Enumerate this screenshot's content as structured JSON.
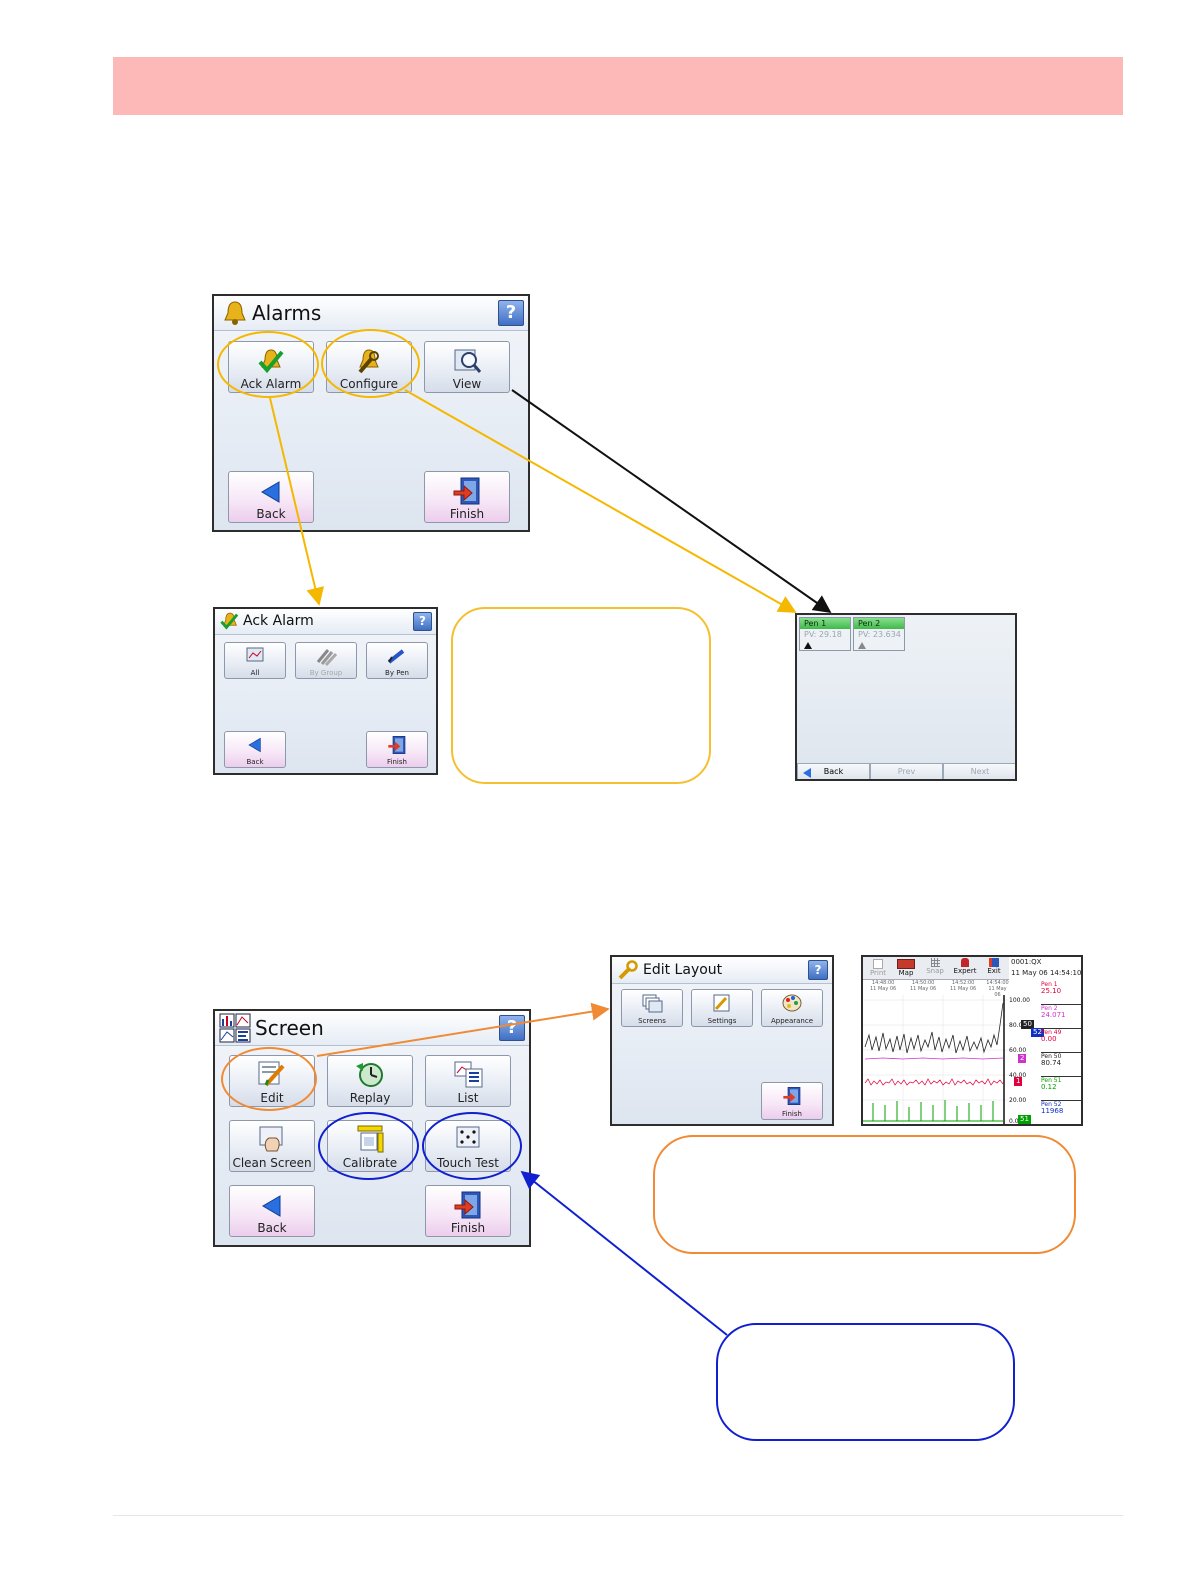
{
  "alarms_menu": {
    "title": "Alarms",
    "help": "?",
    "buttons": {
      "ack_alarm": "Ack Alarm",
      "configure": "Configure",
      "view": "View",
      "back": "Back",
      "finish": "Finish"
    }
  },
  "ack_alarm_menu": {
    "title": "Ack Alarm",
    "help": "?",
    "buttons": {
      "all": "All",
      "by_group": "By Group",
      "by_pen": "By Pen",
      "back": "Back",
      "finish": "Finish"
    }
  },
  "alarm_view": {
    "pens": [
      {
        "name": "Pen 1",
        "pv": "PV: 29.18"
      },
      {
        "name": "Pen 2",
        "pv": "PV: 23.634"
      }
    ],
    "nav": {
      "back": "Back",
      "prev": "Prev",
      "next": "Next"
    }
  },
  "screen_menu": {
    "title": "Screen",
    "help": "?",
    "buttons": {
      "edit": "Edit",
      "replay": "Replay",
      "list": "List",
      "clean_screen": "Clean Screen",
      "calibrate": "Calibrate",
      "touch_test": "Touch Test",
      "back": "Back",
      "finish": "Finish"
    }
  },
  "edit_layout_menu": {
    "title": "Edit Layout",
    "help": "?",
    "buttons": {
      "screens": "Screens",
      "settings": "Settings",
      "appearance": "Appearance",
      "finish": "Finish"
    }
  },
  "trend_screen": {
    "toolbar": [
      "Print",
      "Map",
      "Snap",
      "Expert",
      "Exit"
    ],
    "device_id": "0001:QX",
    "date_time": "11 May 06  14:54:10",
    "time_labels": [
      {
        "time": "14:48:00",
        "date": "11 May 06"
      },
      {
        "time": "14:50:00",
        "date": "11 May 06"
      },
      {
        "time": "14:52:00",
        "date": "11 May 06"
      },
      {
        "time": "14:54:00",
        "date": "11 May 06"
      }
    ],
    "scale": [
      "100.00",
      "80.00",
      "60.00",
      "40.00",
      "20.00",
      "0.00"
    ],
    "markers": [
      "50",
      "52",
      "2",
      "1",
      "51"
    ],
    "pens": [
      {
        "name": "Pen 1",
        "value": "25.10",
        "color": "#e0003c"
      },
      {
        "name": "Pen 2",
        "value": "24.071",
        "color": "#cc33cc"
      },
      {
        "name": "Pen 49",
        "value": "0.00",
        "color": "#e0003c"
      },
      {
        "name": "Pen 50",
        "value": "80.74",
        "color": "#222222"
      },
      {
        "name": "Pen 51",
        "value": "0.12",
        "color": "#00a000"
      },
      {
        "name": "Pen 52",
        "value": "11968",
        "color": "#1030c0"
      }
    ]
  },
  "colors": {
    "banner": "#fdb8b8",
    "highlight_yellow": "#f5b800",
    "highlight_orange": "#f08a35",
    "highlight_blue": "#1020d0"
  }
}
